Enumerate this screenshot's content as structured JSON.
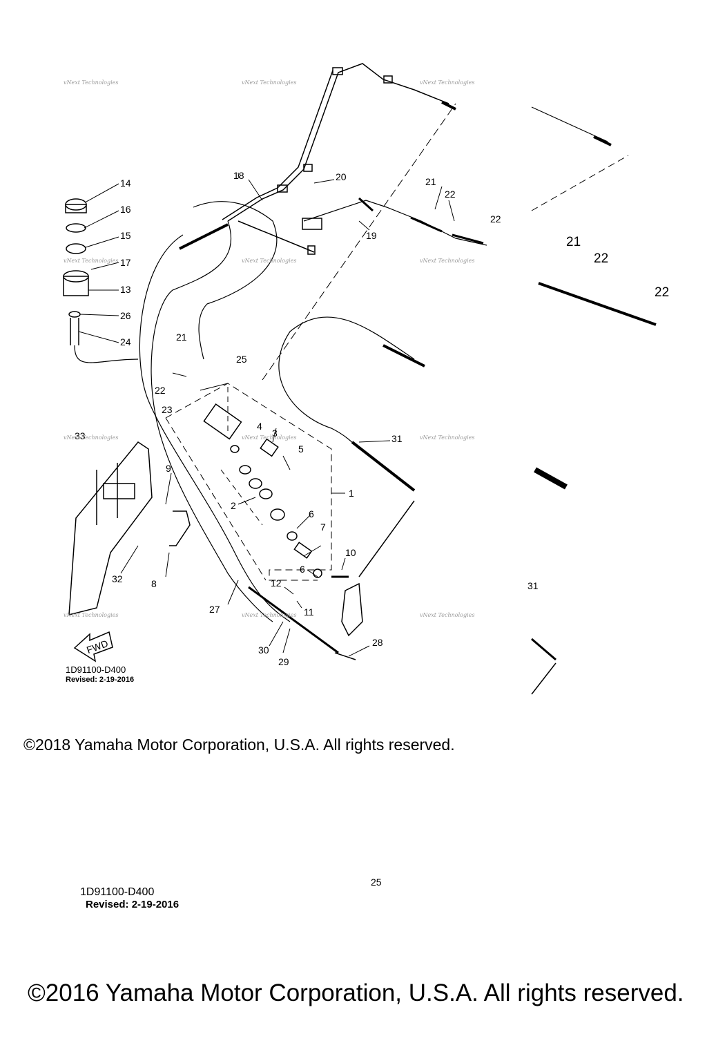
{
  "watermark": "vNext Technologies",
  "diagram_code": "1D91100-D400",
  "revised": "Revised: 2-19-2016",
  "fwd_label": "FWD",
  "copyright_main": "©2018 Yamaha Motor Corporation, U.S.A. All rights reserved.",
  "copyright_lower": "©2016 Yamaha Motor Corporation, U.S.A. All rights reserved.",
  "lower_code": "1D91100-D400",
  "lower_revised": "Revised: 2-19-2016",
  "lower_fragment": "25",
  "callouts": {
    "c14": "14",
    "c16": "16",
    "c15": "15",
    "c17": "17",
    "c13": "13",
    "c26": "26",
    "c24": "24",
    "c18": "18",
    "c20": "20",
    "c21a": "21",
    "c22a": "22",
    "c22b": "22",
    "c19": "19",
    "c21b": "21",
    "c22c": "22",
    "c25": "25",
    "c23": "23",
    "c4": "4",
    "c3": "3",
    "c5": "5",
    "c31": "31",
    "c33": "33",
    "c9": "9",
    "c2": "2",
    "c1": "1",
    "c6a": "6",
    "c7": "7",
    "c10": "10",
    "c6b": "6",
    "c32": "32",
    "c8": "8",
    "c12": "12",
    "c11": "11",
    "c27": "27",
    "c30": "30",
    "c29": "29",
    "c28": "28",
    "r21": "21",
    "r22a": "22",
    "r22b": "22",
    "r31": "31"
  }
}
